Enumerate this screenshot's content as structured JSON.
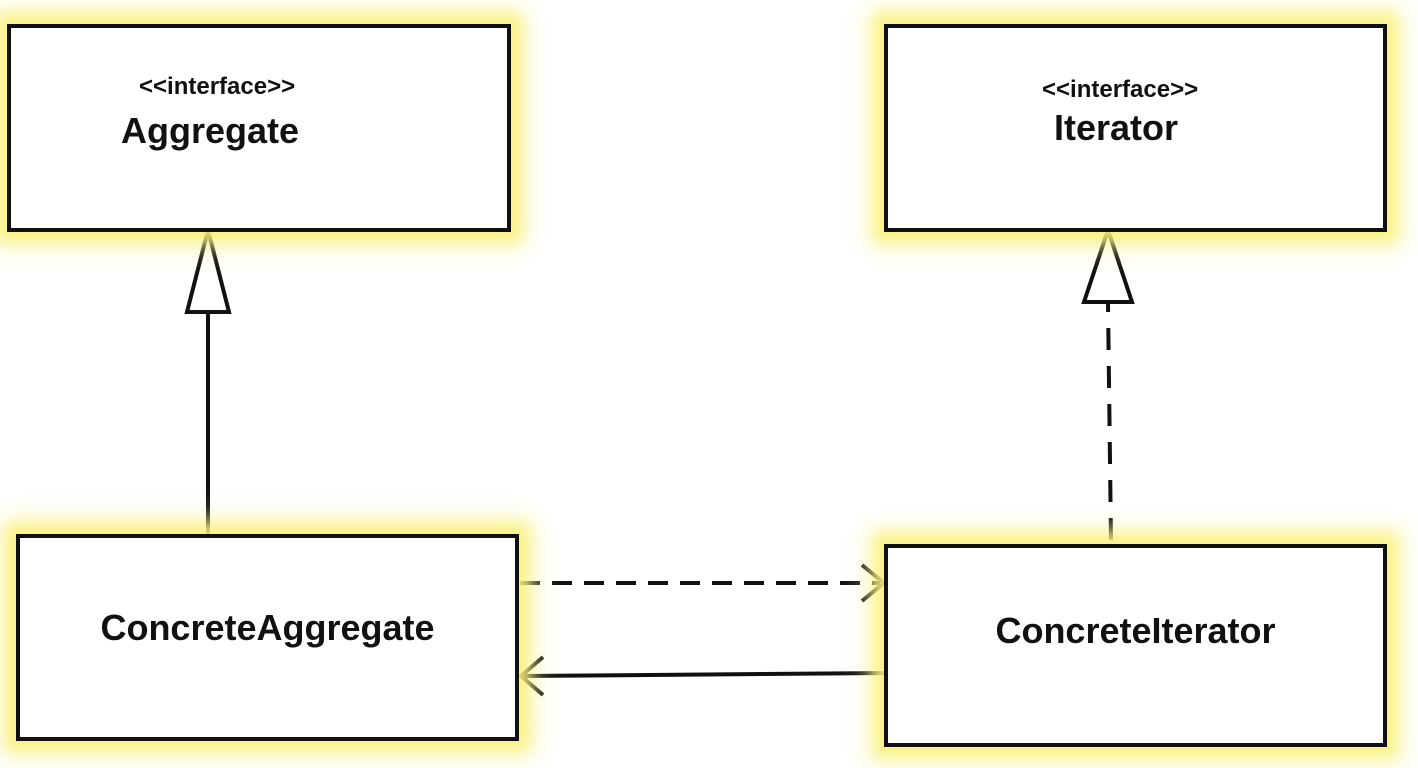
{
  "classes": {
    "aggregate": {
      "stereotype": "<<interface>>",
      "name": "Aggregate"
    },
    "iterator": {
      "stereotype": "<<interface>>",
      "name": "Iterator"
    },
    "concrete_aggregate": {
      "name": "ConcreteAggregate"
    },
    "concrete_iterator": {
      "name": "ConcreteIterator"
    }
  },
  "relationships": [
    {
      "type": "generalization",
      "from": "ConcreteAggregate",
      "to": "Aggregate",
      "line": "solid",
      "head": "hollow-triangle"
    },
    {
      "type": "realization",
      "from": "ConcreteIterator",
      "to": "Iterator",
      "line": "dashed",
      "head": "hollow-triangle"
    },
    {
      "type": "dependency",
      "from": "ConcreteAggregate",
      "to": "ConcreteIterator",
      "line": "dashed",
      "head": "open-arrow"
    },
    {
      "type": "association",
      "from": "ConcreteIterator",
      "to": "ConcreteAggregate",
      "line": "solid",
      "head": "open-arrow"
    }
  ],
  "colors": {
    "highlight": "#faf078",
    "stroke": "#111111",
    "background": "#ffffff"
  }
}
